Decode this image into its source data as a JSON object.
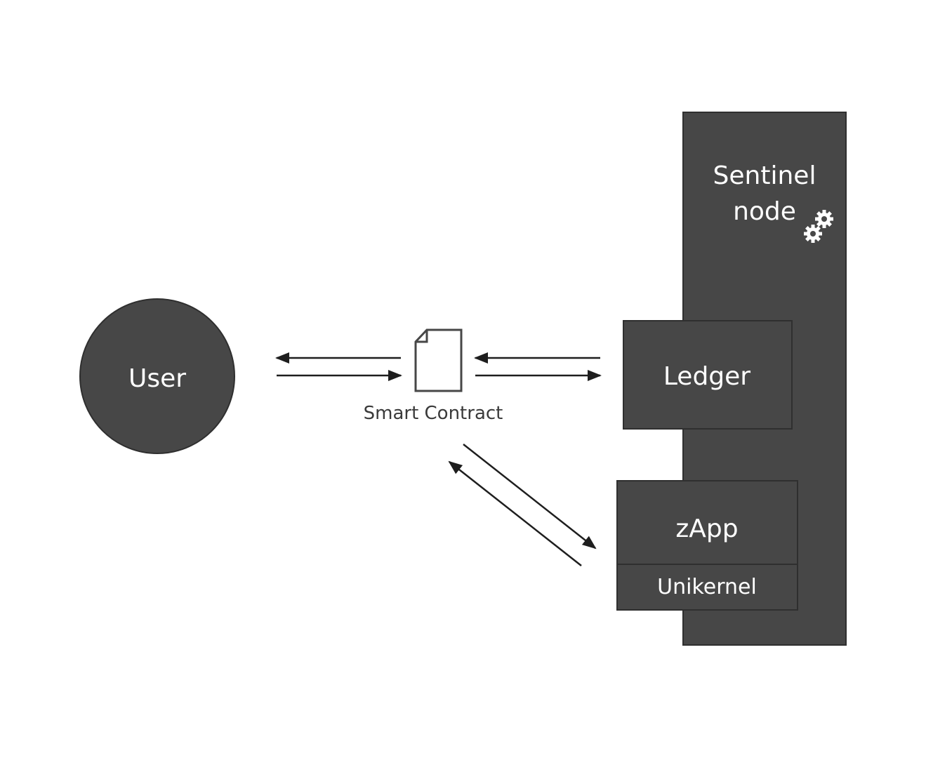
{
  "diagram": {
    "user": {
      "label": "User"
    },
    "smart_contract": {
      "label": "Smart Contract"
    },
    "sentinel_node": {
      "line1": "Sentinel",
      "line2": "node"
    },
    "ledger": {
      "label": "Ledger"
    },
    "zapp": {
      "label": "zApp"
    },
    "unikernel": {
      "label": "Unikernel"
    }
  },
  "colors": {
    "node_fill": "#474747",
    "node_stroke": "#2f2f2f",
    "text_light": "#ffffff",
    "text_dark": "#3a3a3a",
    "arrow": "#1e1e1e"
  }
}
